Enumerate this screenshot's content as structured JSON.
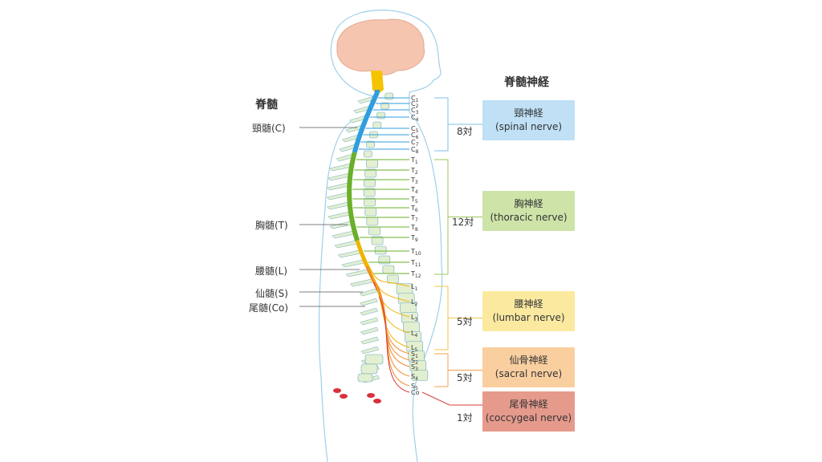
{
  "titles": {
    "cord": "脊髄",
    "nerves": "脊髄神経"
  },
  "cord_labels": [
    "頸髄(C)",
    "胸髄(T)",
    "腰髄(L)",
    "仙髄(S)",
    "尾髄(Co)"
  ],
  "segments": {
    "cervical": [
      "C1",
      "C2",
      "C3",
      "C4",
      "C5",
      "C6",
      "C7",
      "C8"
    ],
    "thoracic": [
      "T1",
      "T2",
      "T3",
      "T4",
      "T5",
      "T6",
      "T7",
      "T8",
      "T9",
      "T10",
      "T11",
      "T12"
    ],
    "lumbar": [
      "L1",
      "L2",
      "L3",
      "L4",
      "L5"
    ],
    "sacral": [
      "S1",
      "S2",
      "S3",
      "S4",
      "S5"
    ],
    "coccygeal": [
      "Co"
    ]
  },
  "groups": [
    {
      "count": "8対",
      "jp": "頸神経",
      "en": "(spinal nerve)",
      "color": "#bfe0f5",
      "bracket": "#7fbfe6"
    },
    {
      "count": "12対",
      "jp": "胸神経",
      "en": "(thoracic nerve)",
      "color": "#cde3a8",
      "bracket": "#9cc65a"
    },
    {
      "count": "5対",
      "jp": "腰神経",
      "en": "(lumbar nerve)",
      "color": "#fbe9a0",
      "bracket": "#f2c64a"
    },
    {
      "count": "5対",
      "jp": "仙骨神経",
      "en": "(sacral nerve)",
      "color": "#f9cfa0",
      "bracket": "#f0a050"
    },
    {
      "count": "1対",
      "jp": "尾骨神経",
      "en": "(coccygeal nerve)",
      "color": "#e59a8c",
      "bracket": "#d9403a"
    }
  ],
  "colors": {
    "brain": "#f6c5b0",
    "cord_top": "#f5c300",
    "cervical": "#2f9de0",
    "thoracic": "#6aaf2a",
    "lumbar": "#f0b400",
    "sacral": "#f08c2a",
    "coccygeal": "#d9303a",
    "vertebra": "#e3efd1",
    "outline": "#9ed0ea"
  }
}
